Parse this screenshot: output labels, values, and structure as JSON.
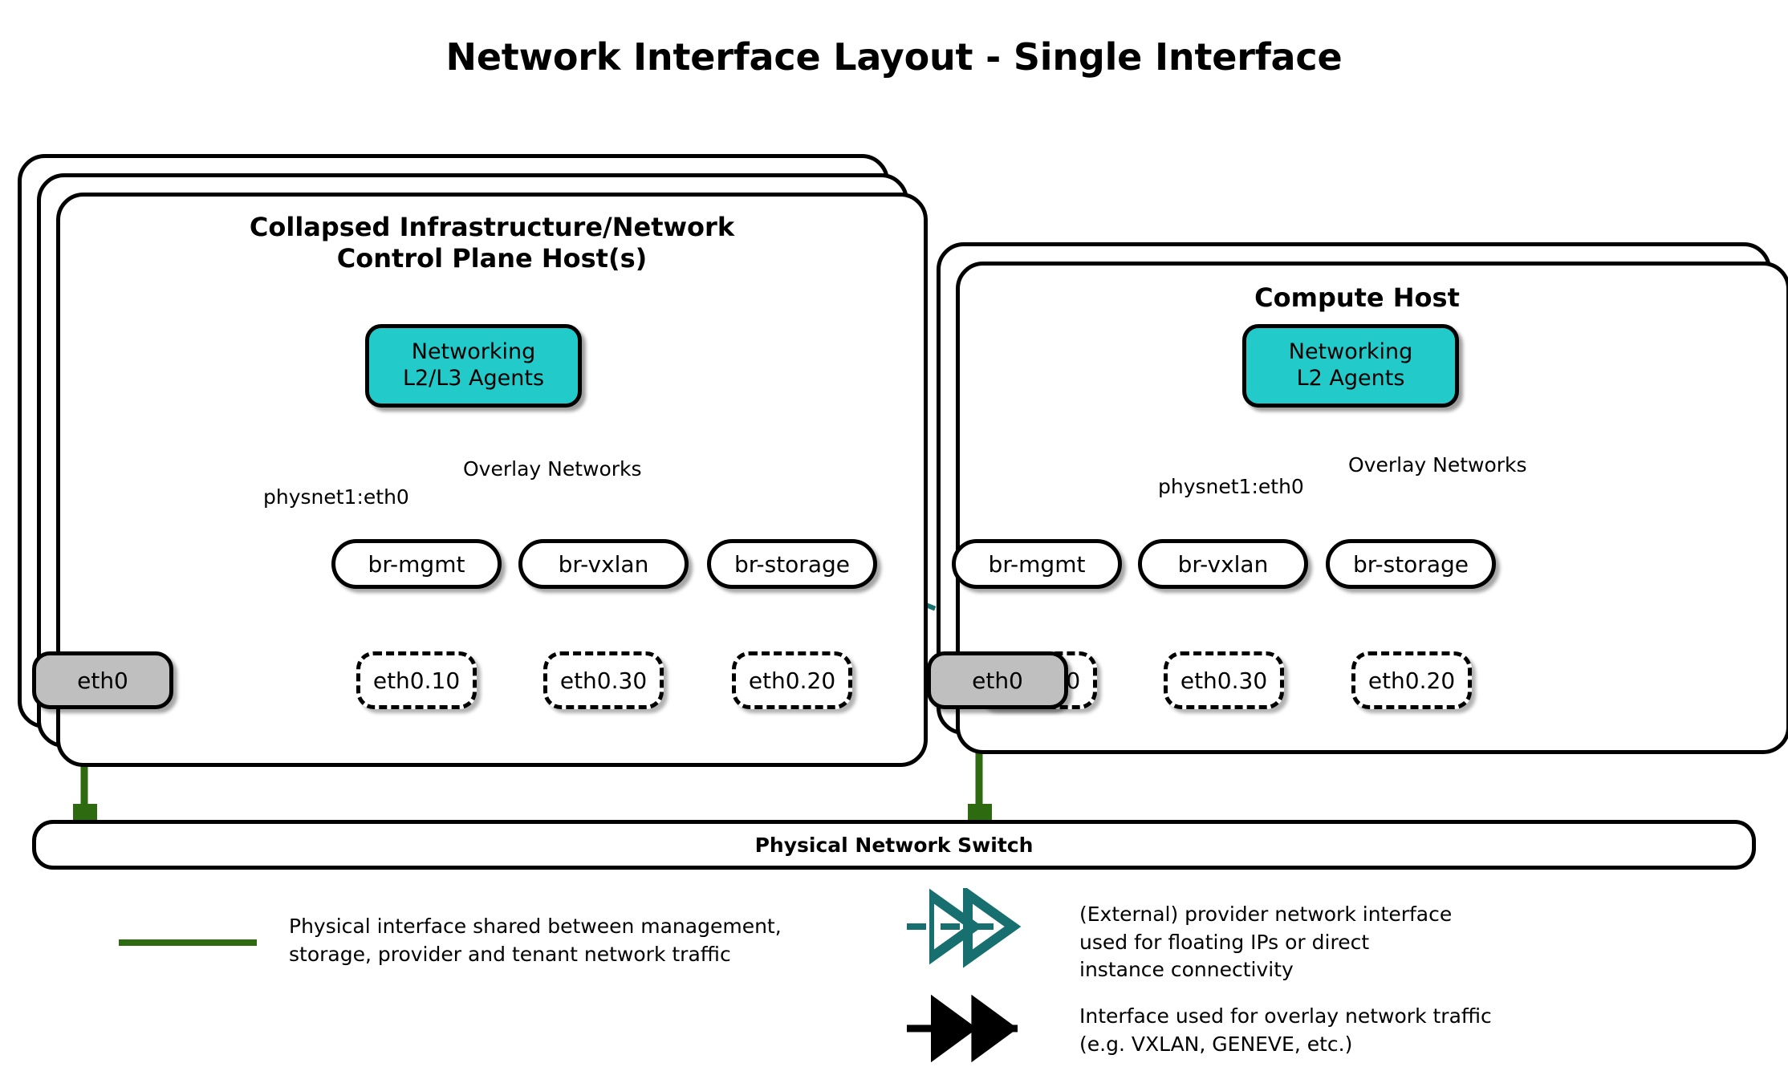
{
  "title": "Network Interface Layout - Single Interface",
  "colors": {
    "agent_fill": "#22CACA",
    "nic_fill": "#BFBFBF",
    "provider_link": "#17706F",
    "physical_link": "#2E6B10",
    "outline": "#000000",
    "background": "#FFFFFF"
  },
  "hosts": [
    {
      "id": "control-plane-host",
      "title": "Collapsed Infrastructure/Network\nControl Plane Host(s)",
      "stack_layers": 3,
      "agent": {
        "line1": "Networking",
        "line2": "L2/L3 Agents"
      },
      "provider_label": "physnet1:eth0",
      "overlay_label": "Overlay Networks",
      "bridges": [
        "br-mgmt",
        "br-vxlan",
        "br-storage"
      ],
      "vlans": [
        "eth0.10",
        "eth0.30",
        "eth0.20"
      ],
      "nic": "eth0"
    },
    {
      "id": "compute-host",
      "title": "Compute Host",
      "stack_layers": 2,
      "agent": {
        "line1": "Networking",
        "line2": "L2 Agents"
      },
      "provider_label": "physnet1:eth0",
      "overlay_label": "Overlay Networks",
      "bridges": [
        "br-mgmt",
        "br-vxlan",
        "br-storage"
      ],
      "vlans": [
        "eth0.10",
        "eth0.30",
        "eth0.20"
      ],
      "nic": "eth0"
    }
  ],
  "switch": {
    "label": "Physical Network Switch"
  },
  "legend": [
    {
      "id": "physical-interface",
      "marker": "solid-green-line",
      "text": "Physical interface shared between management,\nstorage, provider and tenant network traffic"
    },
    {
      "id": "provider-interface",
      "marker": "dashed-teal-double-arrow",
      "text": "(External) provider network interface\nused for floating IPs or direct\ninstance connectivity"
    },
    {
      "id": "overlay-interface",
      "marker": "solid-black-double-arrow",
      "text": "Interface used for overlay network traffic\n(e.g. VXLAN, GENEVE, etc.)"
    }
  ]
}
